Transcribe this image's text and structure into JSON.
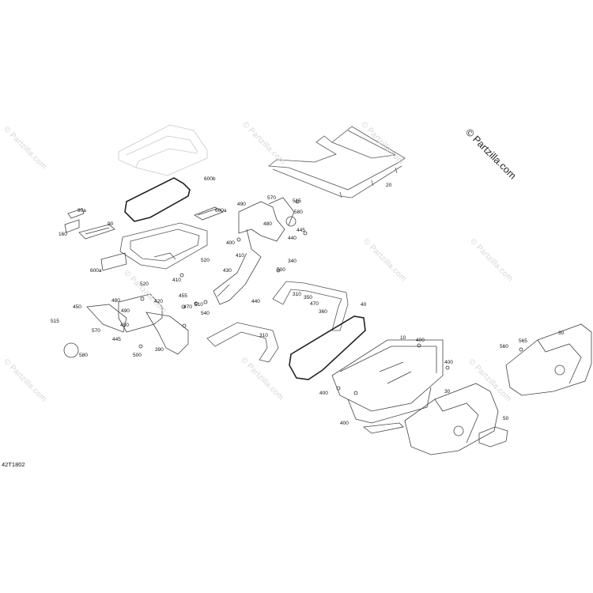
{
  "watermark_main": "© Partzilla.com",
  "watermark_faint": "© Partzilla.com",
  "diagram_ref": "42T1802",
  "labels": {
    "l20": "20",
    "l600b": "600b",
    "l600a_top": "600a",
    "l90a": "90a",
    "l90": "90",
    "l160": "160",
    "l520a": "520",
    "l600a_bot": "600a",
    "l410a": "410",
    "l490a": "490",
    "l570a": "570",
    "l515a": "515",
    "l580a": "580",
    "l445a": "445",
    "l440a": "440",
    "l480a": "480",
    "l400a": "400",
    "l340": "340",
    "l430": "430",
    "l500a": "500",
    "l410b": "410",
    "l520b": "520",
    "l310a": "310",
    "l350": "350",
    "l470a": "470",
    "l360": "360",
    "l40": "40",
    "l455": "455",
    "l510": "510",
    "l540": "540",
    "l470b": "470",
    "l480b": "480",
    "l420": "420",
    "l440b": "440",
    "l310b": "310",
    "l450a": "450",
    "l515b": "515",
    "l490b": "490",
    "l570b": "570",
    "l450b": "450",
    "l445b": "445",
    "l580b": "580",
    "l500b": "500",
    "l390": "390",
    "l10": "10",
    "l400b": "400",
    "l400c": "400",
    "l400d": "400",
    "l400e": "400",
    "l30a": "30",
    "l565": "565",
    "l560": "560",
    "l30b": "30",
    "l50": "50"
  }
}
